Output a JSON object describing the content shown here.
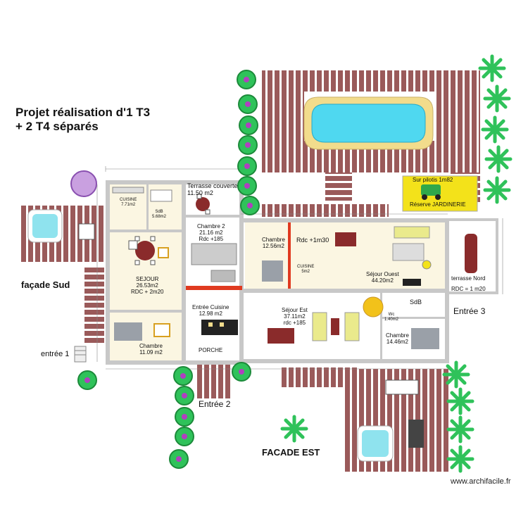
{
  "title_line1": "Projet réalisation d'1 T3",
  "title_line2": "+ 2 T4 séparés",
  "facades": {
    "sud": "façade Sud",
    "est": "FACADE  EST"
  },
  "entrances": {
    "entree1": "entrée 1",
    "entree2": "Entrée 2",
    "entree3": "Entrée 3"
  },
  "rooms": {
    "cuisine_left": "CUISINE",
    "cuisine_left_area": "7.71m2",
    "sdb_left": "SdB",
    "sdb_left_area": "5.68m2",
    "sejour_sud_name": "SEJOUR",
    "sejour_sud_area": "26.53m2",
    "sejour_sud_level": "RDC + 2m20",
    "chambre_sud_name": "Chambre",
    "chambre_sud_area": "11.09 m2",
    "terrasse_couverte_name": "Terrasse couverte",
    "terrasse_couverte_area": "11.50 m2",
    "chambre2_name": "Chambre 2",
    "chambre2_area": "21.16 m2",
    "chambre2_level": "Rdc +185",
    "entree_cuisine_name": "Entrée Cuisine",
    "entree_cuisine_area": "12.98 m2",
    "porche": "PORCHE",
    "chambre_ouest_name": "Chambre",
    "chambre_ouest_area": "12.56m2",
    "rdc_1m30": "Rdc  +1m30",
    "cuisine_mid": "CUISINE",
    "cuisine_mid_area": "5m2",
    "sejour_ouest_name": "Séjour Ouest",
    "sejour_ouest_area": "44.20m2",
    "sejour_est_name": "Séjour Est",
    "sejour_est_area": "37.11m2",
    "sejour_est_level": "rdc +185",
    "sdb_right": "SdB",
    "wc": "Wc",
    "wc_area": "1.40m2",
    "chambre_est_name": "Chambre",
    "chambre_est_area": "14.46m2",
    "terrasse_nord_name": "terrasse Nord",
    "terrasse_nord_level": "RDC = 1 m20",
    "pilotis": "Sur pilotis 1m82",
    "reserve": "Réserve JARDINERIE"
  },
  "watermark": "www.archifacile.fr",
  "colors": {
    "wall": "#c8c8c8",
    "wall_dark": "#9a9a9a",
    "deck": "#9a5a5a",
    "deck_line": "#ffffff",
    "pool": "#4fd8f0",
    "pool_edge": "#f2dc8c",
    "room_floor": "#fbf6e2",
    "reserve": "#f3e21a",
    "red_wall": "#e03a20",
    "plant": "#2fc25a",
    "flower": "#b040c0"
  }
}
